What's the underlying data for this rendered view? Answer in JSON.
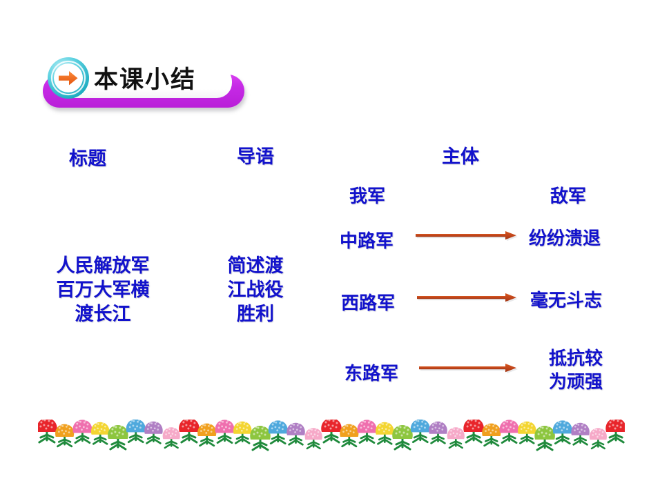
{
  "banner": {
    "text": "本课小结",
    "icon": "arrow-right-circle-icon",
    "purple_color": "#c62ae6",
    "icon_ring_color": "#45c8d8",
    "icon_arrow_color": "#f2671f"
  },
  "columns": {
    "title_header": "标题",
    "lead_header": "导语",
    "body_header": "主体",
    "title_text": [
      "人民解放军",
      "百万大军横",
      "渡长江"
    ],
    "lead_text": [
      "简述渡",
      "江战役",
      "胜利"
    ]
  },
  "body": {
    "our_army_header": "我军",
    "enemy_army_header": "敌军",
    "rows": [
      {
        "our": "中路军",
        "enemy": [
          "纷纷溃退"
        ]
      },
      {
        "our": "西路军",
        "enemy": [
          "毫无斗志"
        ]
      },
      {
        "our": "东路军",
        "enemy": [
          "抵抗较",
          "为顽强"
        ]
      }
    ]
  },
  "colors": {
    "text_blue": "#1212cc",
    "arrow_rust": "#c0441a",
    "banner_black": "#111111"
  },
  "decoration": {
    "flower_border": "flower-border-decoration",
    "flower_colors": [
      "#e8252b",
      "#f0a01e",
      "#ef6fae",
      "#f3d531",
      "#8dc63f",
      "#4fa9dd",
      "#b07fc4",
      "#f6a9c8",
      "#e8252b",
      "#f0a01e",
      "#ef6fae",
      "#f3d531",
      "#8dc63f",
      "#4fa9dd",
      "#b07fc4",
      "#f6a9c8",
      "#e8252b",
      "#f0a01e",
      "#ef6fae",
      "#f3d531",
      "#8dc63f",
      "#4fa9dd",
      "#b07fc4",
      "#f6a9c8",
      "#e8252b",
      "#f0a01e",
      "#ef6fae",
      "#f3d531",
      "#8dc63f",
      "#4fa9dd",
      "#b07fc4",
      "#f6a9c8",
      "#e8252b"
    ],
    "leaf_color": "#1f8a3c"
  }
}
